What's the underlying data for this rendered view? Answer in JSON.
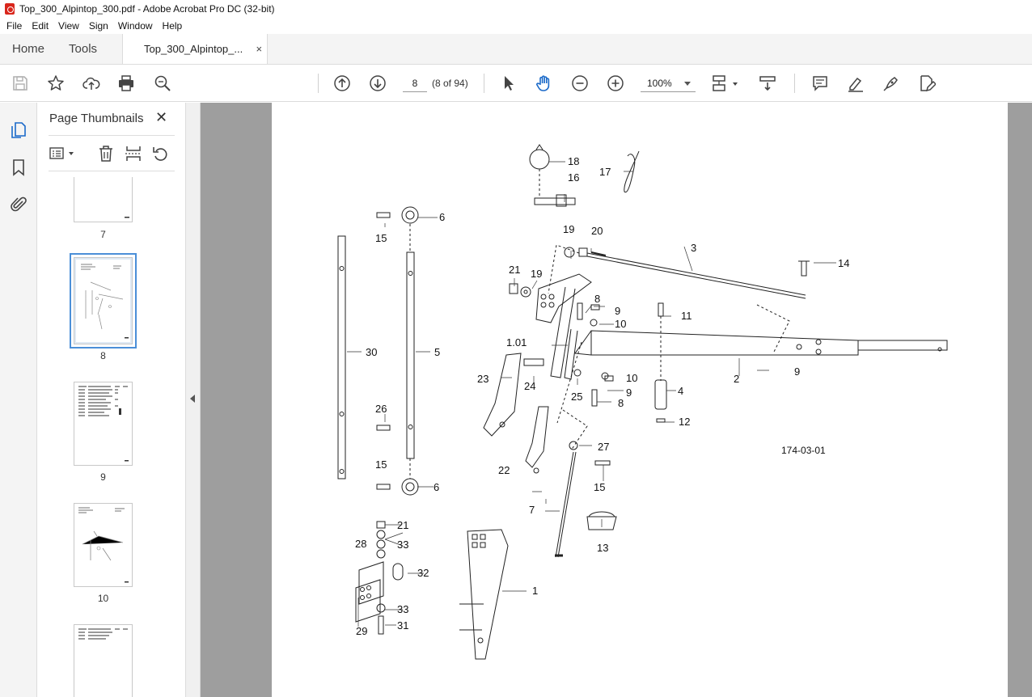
{
  "window": {
    "title": "Top_300_Alpintop_300.pdf - Adobe Acrobat Pro DC (32-bit)"
  },
  "menu": {
    "items": [
      "File",
      "Edit",
      "View",
      "Sign",
      "Window",
      "Help"
    ]
  },
  "tabs": {
    "home": "Home",
    "tools": "Tools",
    "document": "Top_300_Alpintop_...",
    "close": "×"
  },
  "toolbar": {
    "page_number": "8",
    "page_count": "(8 of 94)",
    "zoom": "100%",
    "icons": [
      "save-icon",
      "bookmark-star-icon",
      "upload-icon",
      "print-icon",
      "zoom-search-icon",
      "page-up-icon",
      "page-down-icon",
      "select-arrow-icon",
      "hand-tool-icon",
      "zoom-out-icon",
      "zoom-in-icon",
      "page-display-icon",
      "scroll-mode-icon",
      "comment-icon",
      "highlight-pen-icon",
      "fill-sign-icon",
      "edit-pdf-icon"
    ]
  },
  "panel": {
    "title": "Page Thumbnails",
    "close": "✕",
    "thumbnails": [
      {
        "label": "7"
      },
      {
        "label": "8"
      },
      {
        "label": "9"
      },
      {
        "label": "10"
      },
      {
        "label": ""
      }
    ]
  },
  "document": {
    "figure_label": "174-03-01",
    "callouts": [
      "18",
      "16",
      "17",
      "6",
      "15",
      "19",
      "20",
      "3",
      "14",
      "21",
      "19",
      "8",
      "9",
      "10",
      "11",
      "1.01",
      "30",
      "5",
      "23",
      "24",
      "25",
      "10",
      "9",
      "8",
      "4",
      "2",
      "9",
      "12",
      "26",
      "27",
      "22",
      "15",
      "15",
      "6",
      "7",
      "13",
      "21",
      "28",
      "33",
      "32",
      "33",
      "1",
      "29",
      "31"
    ]
  }
}
